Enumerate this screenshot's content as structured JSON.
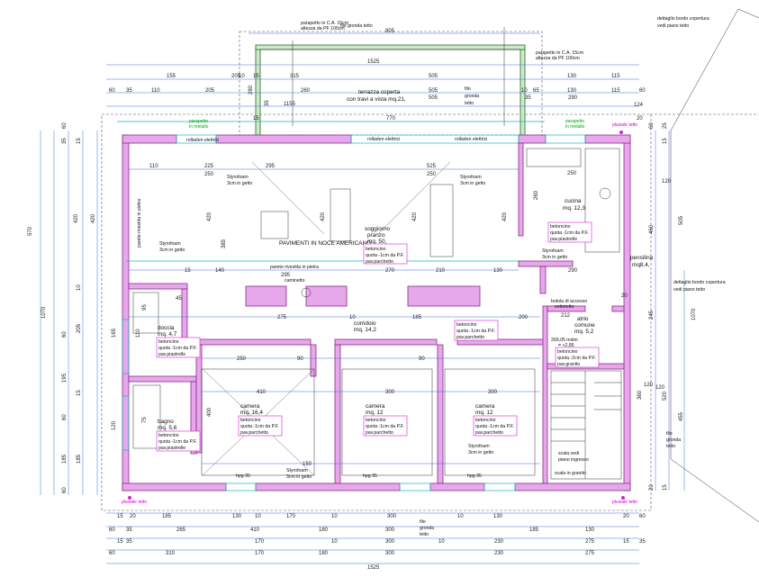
{
  "title_notes": {
    "parapetto_top": "parapetto in C.A. 15cm",
    "parapetto_top_2": "altezza da PF 100cm",
    "filo_gronda_top": "filo gronda tetto",
    "parapetto_right": "parapetto in C.A. 15cm",
    "parapetto_right_2": "altezza da PF 100cm",
    "dettaglio_top_1": "dettaglio bordo copertura",
    "dettaglio_top_2": "vedi piano tetto",
    "dettaglio_mid_1": "dettaglio bordo copertura",
    "dettaglio_mid_2": "vedi piano tetto",
    "terrazza_1": "terrazza coperta",
    "terrazza_2": "con travi a vista mq.21,",
    "filo_gronda_mid_1": "filo",
    "filo_gronda_mid_2": "gronda",
    "filo_gronda_mid_3": "tetto",
    "parapetto_metallo_left_1": "parapetto",
    "parapetto_metallo_left_2": "in metallo",
    "parapetto_metallo_right_1": "parapetto",
    "parapetto_metallo_right_2": "in metallo",
    "pluviale_tr": "pluviale tetto",
    "pluviale_bl": "pluviale tetto",
    "pluviale_br": "pluviale tetto",
    "rolladen_1": "rolladen elettrici",
    "rolladen_2": "rolladen elettrici",
    "rolladen_3": "rolladen elettrici",
    "pensilina_1": "pensilina",
    "pensilina_2": "mq8,4,",
    "filo_gronda_right_1": "filo",
    "filo_gronda_right_2": "gronda",
    "filo_gronda_right_3": "tetto",
    "filo_gronda_bottom_1": "filo",
    "filo_gronda_bottom_2": "gronda",
    "filo_gronda_bottom_3": "tetto",
    "scala_1": "scala vedi",
    "scala_2": "piano ingresso",
    "scala_granito": "scala in granito",
    "parete_rivestita": "parete rivestita in pietra",
    "parete_rivestita_vert": "parete rivestita in pietra",
    "caminetto": "caminetto",
    "pavimenti": "PAVIMENTI IN NOCE AMERICANO",
    "botola": "botola di accesso",
    "sottotetto": "sottotetto",
    "quota_atrio": "269,05 mslm",
    "quota_atrio_2": "= +2,85"
  },
  "rooms": {
    "soggiorno_1": "soggiorno",
    "soggiorno_2": "pranzo",
    "soggiorno_3": "mq. 50,",
    "cucina_1": "cucina",
    "cucina_2": "mq. 12,3",
    "corridoio_1": "corridoio",
    "corridoio_2": "mq. 14,2",
    "atrio_1": "atrio",
    "atrio_2": "comune",
    "atrio_3": "mq. 5,2",
    "doccia_1": "doccia",
    "doccia_2": "mq. 4,7",
    "bagno_1": "bagno",
    "bagno_2": "mq. 5,6",
    "camera1_1": "camera",
    "camera1_2": "mq. 16,4",
    "camera2_1": "camera",
    "camera2_2": "mq. 12",
    "camera3_1": "camera",
    "camera3_2": "mq. 12"
  },
  "finish_notes": {
    "bet_1": "betoncino",
    "quota_1cm": "quota -1cm da P.F.",
    "quota_2cm": "quota -2cm da P.F.",
    "pav_parchetto": "pav.parchetto",
    "pav_piastrelle": "pav.piastrelle",
    "pav_granito": "pav.granito"
  },
  "styrofoam": {
    "s1": "Styrofoam",
    "s2": "3cm in getto",
    "hpg": "hpg 95"
  },
  "dims_top": {
    "d805": "805",
    "d1525": "1525",
    "row1": [
      "155",
      "205",
      "505",
      "130",
      "115"
    ],
    "row2": [
      "60",
      "35",
      "110",
      "205",
      "505",
      "10",
      "65",
      "130",
      "115",
      "60"
    ],
    "row3": [
      "10",
      "15",
      "315",
      "505",
      "35",
      "290"
    ],
    "d1155": "1155",
    "d770": "770",
    "d280": "280",
    "d35": "35",
    "d260": "260",
    "d15": "15",
    "d124": "124",
    "d20": "20"
  },
  "dims_interior": {
    "d110": "110",
    "d225": "225",
    "d295": "295",
    "d525": "525",
    "d250a": "250",
    "d250b": "250",
    "d250c": "250",
    "d420a": "420",
    "d420b": "420",
    "d420c": "420",
    "d420d": "420",
    "d385": "385",
    "d420e": "420",
    "d10": "10",
    "d295b": "295",
    "d140": "140",
    "d15b": "15",
    "d210": "210",
    "d130": "130",
    "d290": "290",
    "d270": "270",
    "d275": "275",
    "d185": "185",
    "d200": "200",
    "d410": "410",
    "d90": "90",
    "d300": "300",
    "d400": "400",
    "d260": "260",
    "d45": "45",
    "d20": "20",
    "d212": "212",
    "d120": "120",
    "d150": "150"
  },
  "dims_left": {
    "d570": "570",
    "d1070": "1070",
    "d60a": "60",
    "d35": "35",
    "d15": "15",
    "d420": "420",
    "d10": "10",
    "d60b": "60",
    "d205": "205",
    "d195": "195",
    "d15b": "15",
    "d60c": "60",
    "d185": "185",
    "d185b": "185",
    "d60d": "60",
    "d120": "120",
    "d165": "165",
    "d110": "110",
    "d95": "95",
    "d75": "75"
  },
  "dims_right": {
    "d60": "60",
    "d25": "25",
    "d15": "15",
    "d120": "120",
    "d460": "460",
    "d505": "505",
    "d1070": "1070",
    "d245": "245",
    "d520": "520",
    "d455": "455",
    "d360": "360",
    "d15b": "15",
    "d20": "20"
  },
  "dims_bottom": {
    "row1": [
      "15",
      "20",
      "185",
      "130",
      "10",
      "170",
      "10",
      "300",
      "10",
      "130",
      "20",
      "60"
    ],
    "row2": [
      "60",
      "35",
      "265",
      "410",
      "180",
      "300",
      "185",
      "130"
    ],
    "row3": [
      "35",
      "15",
      "170",
      "10",
      "300",
      "10",
      "230",
      "275",
      "15",
      "35"
    ],
    "row4": [
      "310",
      "170",
      "180",
      "300",
      "230",
      "275"
    ],
    "d1525": "1525",
    "d60": "60",
    "d120": "120"
  },
  "colors": {
    "wall_fill": "#e6a8ea",
    "wall_stroke": "#8a2a8c",
    "green_wall": "#cfe8cf",
    "dimension_line": "#3a6ee8",
    "glazing": "#12b7c9",
    "note_box": "#d422d4"
  }
}
